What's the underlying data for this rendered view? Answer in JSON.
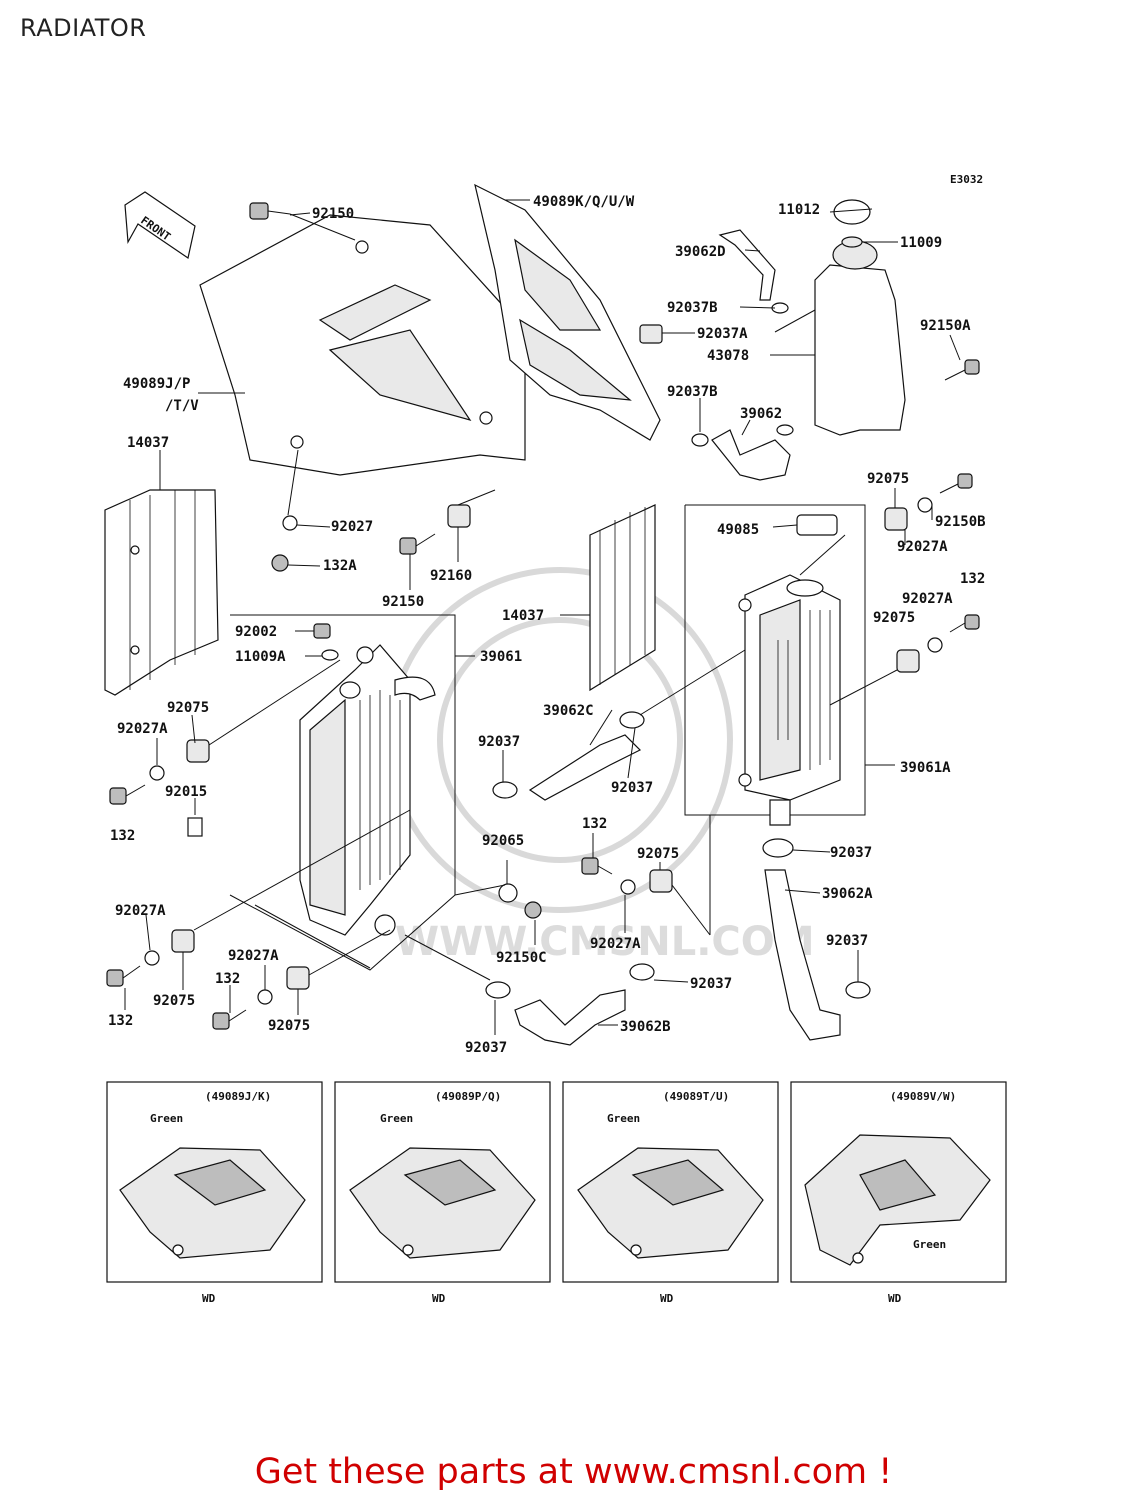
{
  "title": "RADIATOR",
  "diagram_code": "E3032",
  "front_label": "FRONT",
  "labels": {
    "l_92150_top": "92150",
    "l_49089kquw": "49089K/Q/U/W",
    "l_11012": "11012",
    "l_11009": "11009",
    "l_39062d": "39062D",
    "l_92037b_a": "92037B",
    "l_92037a": "92037A",
    "l_43078": "43078",
    "l_92150a": "92150A",
    "l_49089jp": "49089J/P",
    "l_tv": "/T/V",
    "l_92037b_b": "92037B",
    "l_39062": "39062",
    "l_14037_l": "14037",
    "l_92027": "92027",
    "l_132a": "132A",
    "l_92150_m": "92150",
    "l_92160": "92160",
    "l_92075_tr": "92075",
    "l_92150b": "92150B",
    "l_49085": "49085",
    "l_92027a_tr": "92027A",
    "l_132_tr": "132",
    "l_92027a_r2": "92027A",
    "l_92075_r2": "92075",
    "l_14037_c": "14037",
    "l_92002": "92002",
    "l_11009a": "11009A",
    "l_39061": "39061",
    "l_39062c": "39062C",
    "l_92075_l": "92075",
    "l_92027a_l": "92027A",
    "l_92037_c1": "92037",
    "l_92037_c2": "92037",
    "l_39061a": "39061A",
    "l_92015": "92015",
    "l_132_l": "132",
    "l_132_c": "132",
    "l_92065": "92065",
    "l_92075_c": "92075",
    "l_92037_r": "92037",
    "l_39062a": "39062A",
    "l_92027a_bl": "92027A",
    "l_92150c": "92150C",
    "l_92027a_c": "92027A",
    "l_92037_r2": "92037",
    "l_92027a_b2": "92027A",
    "l_132_b1": "132",
    "l_132_b2": "132",
    "l_92075_b1": "92075",
    "l_92075_b2": "92075",
    "l_92037_b": "92037",
    "l_92037_b2": "92037",
    "l_39062b": "39062B"
  },
  "variants": [
    {
      "code": "(49089J/K)",
      "color": "Green",
      "code_wd": "WD"
    },
    {
      "code": "(49089P/Q)",
      "color": "Green",
      "code_wd": "WD"
    },
    {
      "code": "(49089T/U)",
      "color": "Green",
      "code_wd": "WD"
    },
    {
      "code": "(49089V/W)",
      "color": "Green",
      "code_wd": "WD"
    }
  ],
  "watermark": "WWW.CMSNL.COM",
  "footer": "Get these parts at www.cmsnl.com !"
}
